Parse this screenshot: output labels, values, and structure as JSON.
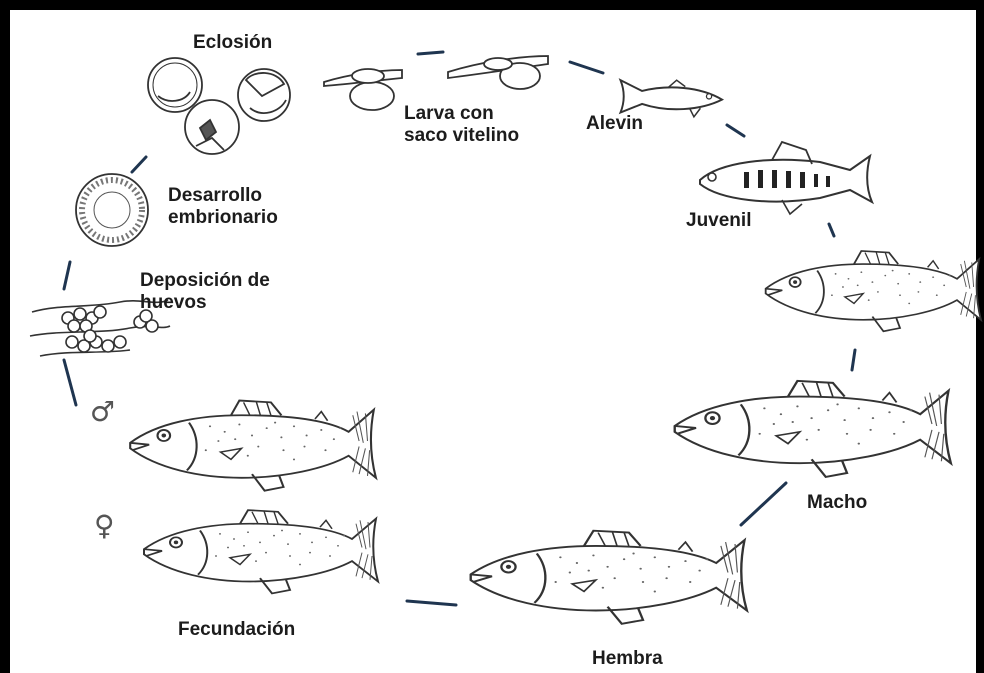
{
  "stages": {
    "eclosion": "Eclosión",
    "larva": "Larva con\nsaco vitelino",
    "alevin": "Alevin",
    "juvenil": "Juvenil",
    "desarrollo": "Desarrollo\nembrionario",
    "deposicion": "Deposición de\nhuevos",
    "macho": "Macho",
    "hembra": "Hembra",
    "fecundacion": "Fecundación"
  },
  "symbols": {
    "male": "♂",
    "female": "♀"
  },
  "colors": {
    "cycle_arrow": "#1f3550",
    "ink": "#333333"
  }
}
